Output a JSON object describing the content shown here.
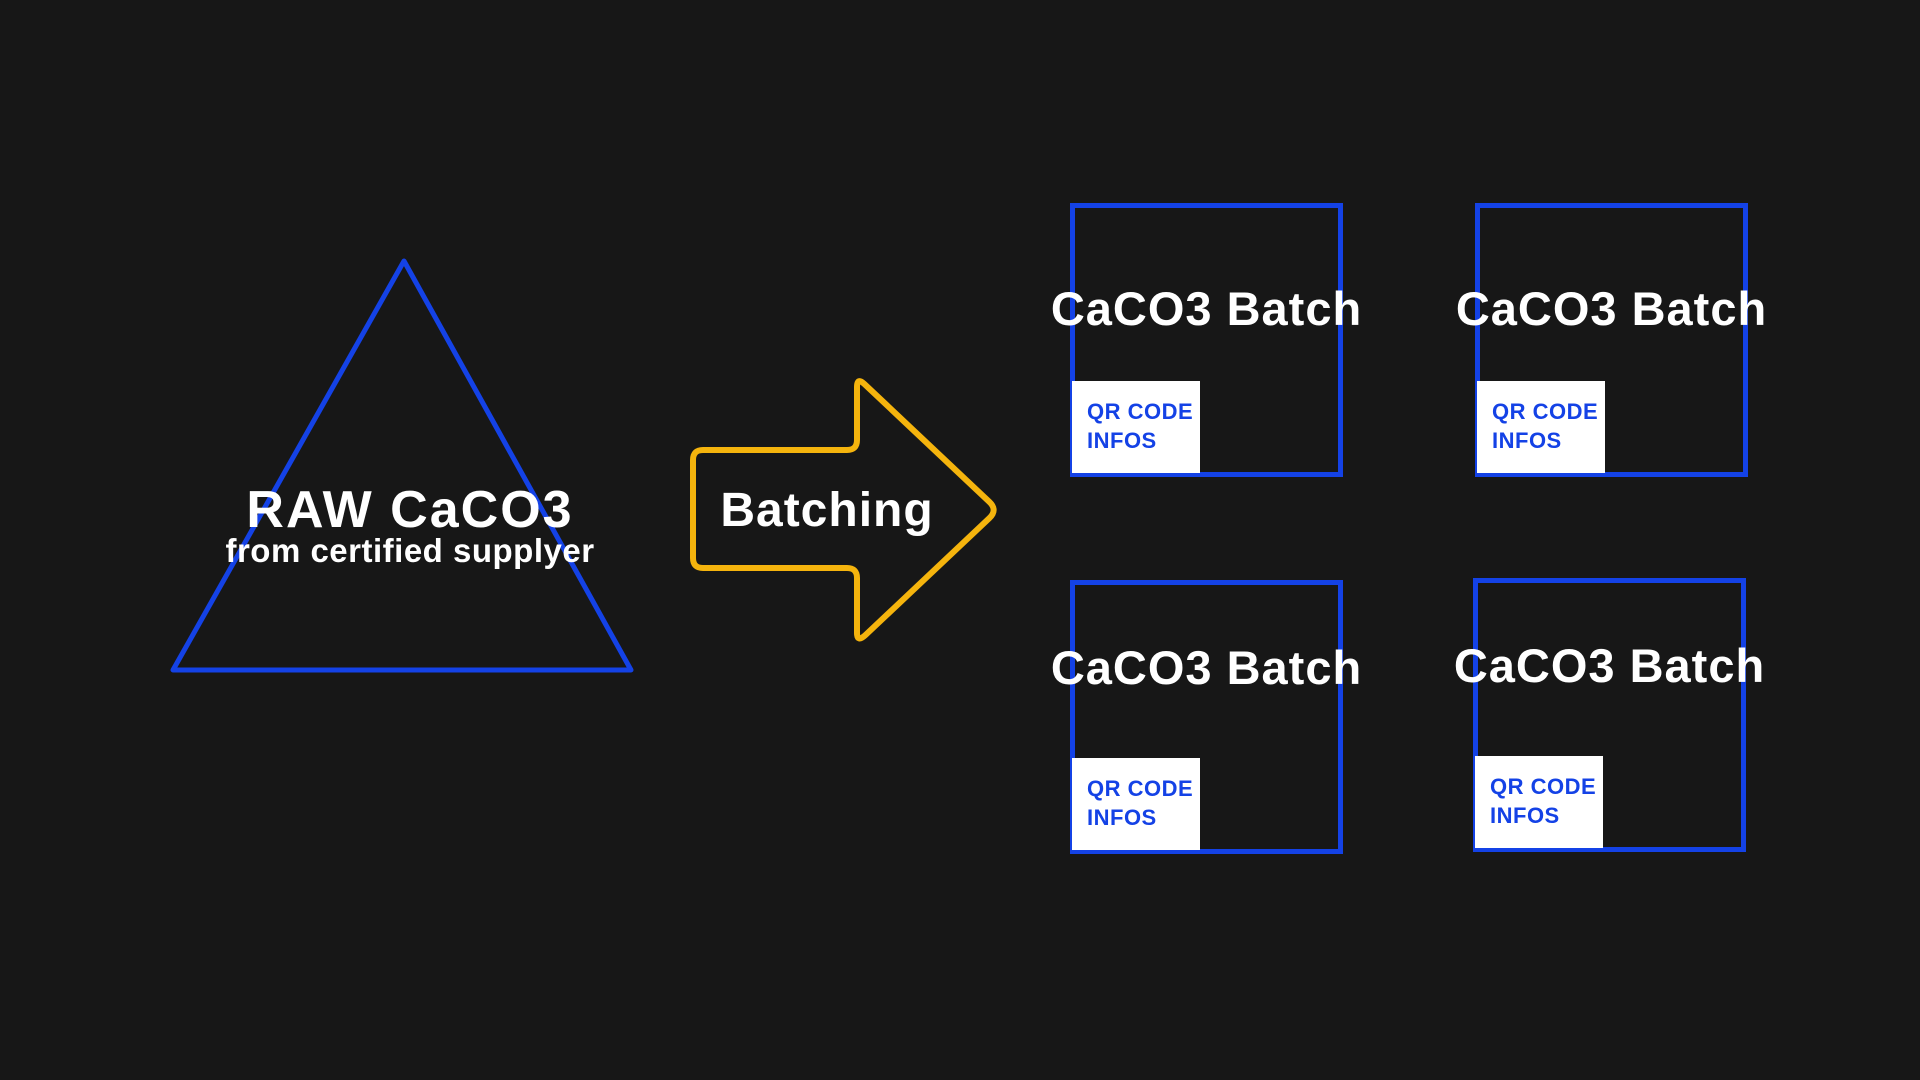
{
  "canvas": {
    "background_color": "#171717"
  },
  "palette": {
    "blue": "#1442e6",
    "yellow": "#f5b40d",
    "text_white": "#ffffff"
  },
  "source": {
    "title": "RAW CaCO3",
    "subtitle": "from certified supplyer"
  },
  "process_arrow": {
    "label": "Batching"
  },
  "batches": [
    {
      "title": "CaCO3 Batch",
      "qr_line1": "QR CODE",
      "qr_line2": "INFOS"
    },
    {
      "title": "CaCO3 Batch",
      "qr_line1": "QR CODE",
      "qr_line2": "INFOS"
    },
    {
      "title": "CaCO3 Batch",
      "qr_line1": "QR CODE",
      "qr_line2": "INFOS"
    },
    {
      "title": "CaCO3 Batch",
      "qr_line1": "QR CODE",
      "qr_line2": "INFOS"
    }
  ]
}
